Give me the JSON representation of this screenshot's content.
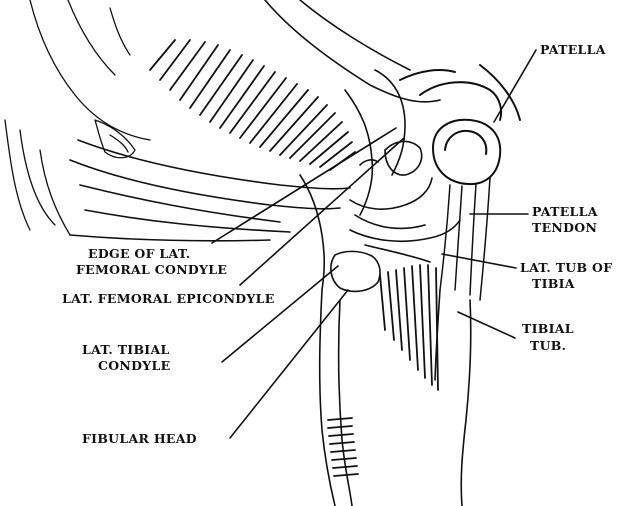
{
  "labels": {
    "patella": "PATELLA",
    "patella_tendon_1": "PATELLA",
    "patella_tendon_2": "TENDON",
    "lat_tub_1": "LAT. TUB OF",
    "lat_tub_2": "TIBIA",
    "tibial_tub_1": "TIBIAL",
    "tibial_tub_2": "TUB.",
    "edge_lat_fem_1": "EDGE OF LAT.",
    "edge_lat_fem_2": "FEMORAL CONDYLE",
    "lat_fem_epicondyle": "LAT. FEMORAL EPICONDYLE",
    "lat_tibial_condyle_1": "LAT. TIBIAL",
    "lat_tibial_condyle_2": "CONDYLE",
    "fibular_head": "FIBULAR HEAD"
  }
}
